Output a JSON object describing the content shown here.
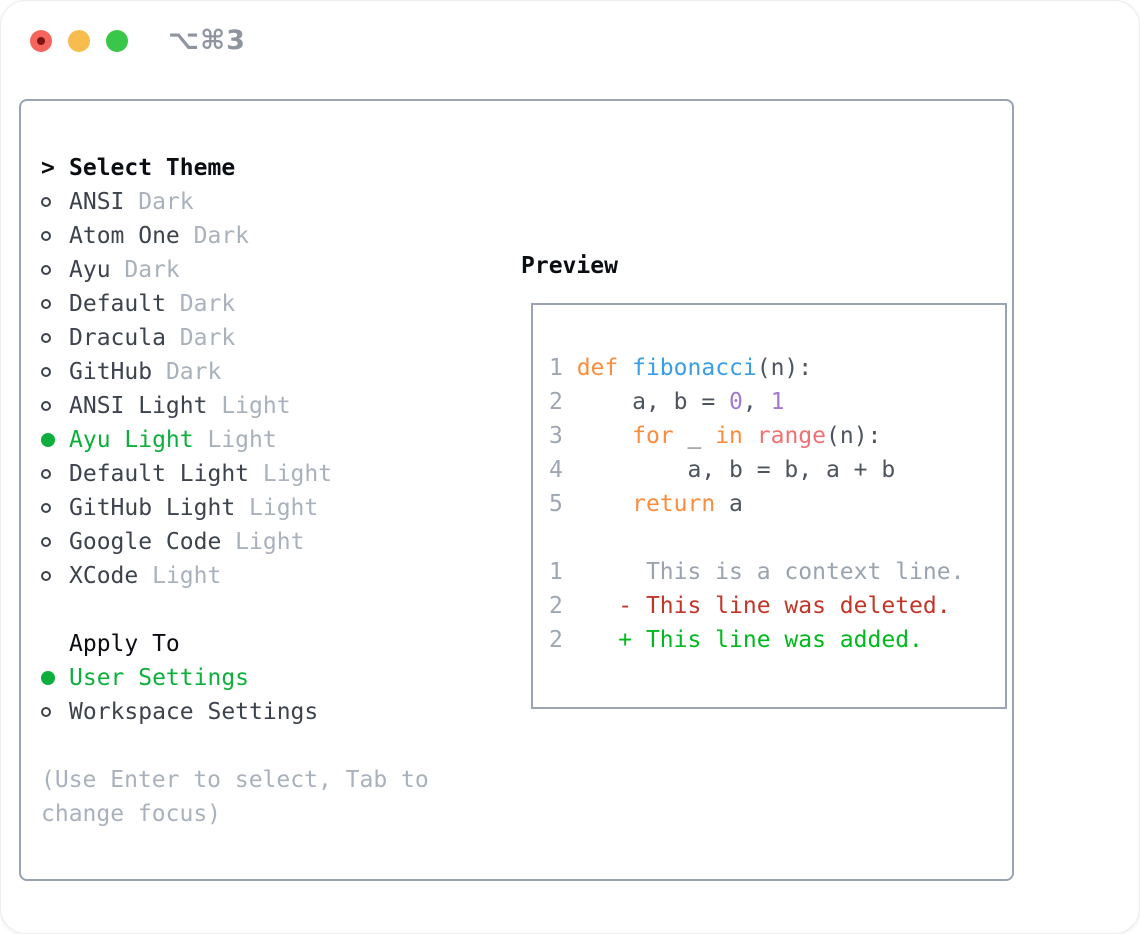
{
  "colors": {
    "heading": "#0a0d12",
    "text_primary": "#3d434d",
    "text_muted": "#a9b1bc",
    "selected_green": "#0caf3c",
    "border": "#99a3b2",
    "titlebar_text": "#8f959e",
    "traffic_red": "#f5655e",
    "traffic_red_dot": "#7e150c",
    "traffic_yellow": "#f6bd4e",
    "traffic_green": "#3ac648"
  },
  "titlebar": {
    "shortcut": "⌥⌘3"
  },
  "sidebar": {
    "header": {
      "cursor": ">",
      "label": "Select Theme"
    },
    "themes": [
      {
        "name": "ANSI",
        "variant": "Dark",
        "selected": false
      },
      {
        "name": "Atom One",
        "variant": "Dark",
        "selected": false
      },
      {
        "name": "Ayu",
        "variant": "Dark",
        "selected": false
      },
      {
        "name": "Default",
        "variant": "Dark",
        "selected": false
      },
      {
        "name": "Dracula",
        "variant": "Dark",
        "selected": false
      },
      {
        "name": "GitHub",
        "variant": "Dark",
        "selected": false
      },
      {
        "name": "ANSI Light",
        "variant": "Light",
        "selected": false
      },
      {
        "name": "Ayu Light",
        "variant": "Light",
        "selected": true
      },
      {
        "name": "Default Light",
        "variant": "Light",
        "selected": false
      },
      {
        "name": "GitHub Light",
        "variant": "Light",
        "selected": false
      },
      {
        "name": "Google Code",
        "variant": "Light",
        "selected": false
      },
      {
        "name": "XCode",
        "variant": "Light",
        "selected": false
      }
    ],
    "apply_to": {
      "label": "Apply To",
      "options": [
        {
          "name": "User Settings",
          "selected": true
        },
        {
          "name": "Workspace Settings",
          "selected": false
        }
      ]
    },
    "help_lines": [
      "(Use Enter to select, Tab to",
      "change focus)"
    ]
  },
  "preview": {
    "title": "Preview",
    "token_colors": {
      "ln": "#9da6b2",
      "kw": "#fa8d3e",
      "fn": "#399ee6",
      "num": "#a37acc",
      "sp": "#f07171",
      "pl": "#4d545e",
      "ctx": "#9aa3ae",
      "del": "#c2362a",
      "add": "#00b81f"
    },
    "lines": [
      {
        "num": "",
        "tokens": []
      },
      {
        "num": "1",
        "tokens": [
          [
            "def",
            "kw"
          ],
          [
            " ",
            "pl"
          ],
          [
            "fibonacci",
            "fn"
          ],
          [
            "(n):",
            "pl"
          ]
        ]
      },
      {
        "num": "2",
        "tokens": [
          [
            "    a, b = ",
            "pl"
          ],
          [
            "0",
            "num"
          ],
          [
            ", ",
            "pl"
          ],
          [
            "1",
            "num"
          ]
        ]
      },
      {
        "num": "3",
        "tokens": [
          [
            "    ",
            "pl"
          ],
          [
            "for",
            "kw"
          ],
          [
            " _ ",
            "pl"
          ],
          [
            "in",
            "kw"
          ],
          [
            " ",
            "pl"
          ],
          [
            "range",
            "sp"
          ],
          [
            "(n):",
            "pl"
          ]
        ]
      },
      {
        "num": "4",
        "tokens": [
          [
            "        a, b = b, a + b",
            "pl"
          ]
        ]
      },
      {
        "num": "5",
        "tokens": [
          [
            "    ",
            "pl"
          ],
          [
            "return",
            "kw"
          ],
          [
            " a",
            "pl"
          ]
        ]
      },
      {
        "num": "",
        "tokens": []
      },
      {
        "num": "1",
        "tokens": [
          [
            "   ",
            "pl"
          ],
          [
            "  This is a context line.",
            "ctx"
          ]
        ]
      },
      {
        "num": "2",
        "tokens": [
          [
            "   ",
            "pl"
          ],
          [
            "- This line was deleted.",
            "del"
          ]
        ]
      },
      {
        "num": "2",
        "tokens": [
          [
            "   ",
            "pl"
          ],
          [
            "+ This line was added.",
            "add"
          ]
        ]
      }
    ]
  }
}
